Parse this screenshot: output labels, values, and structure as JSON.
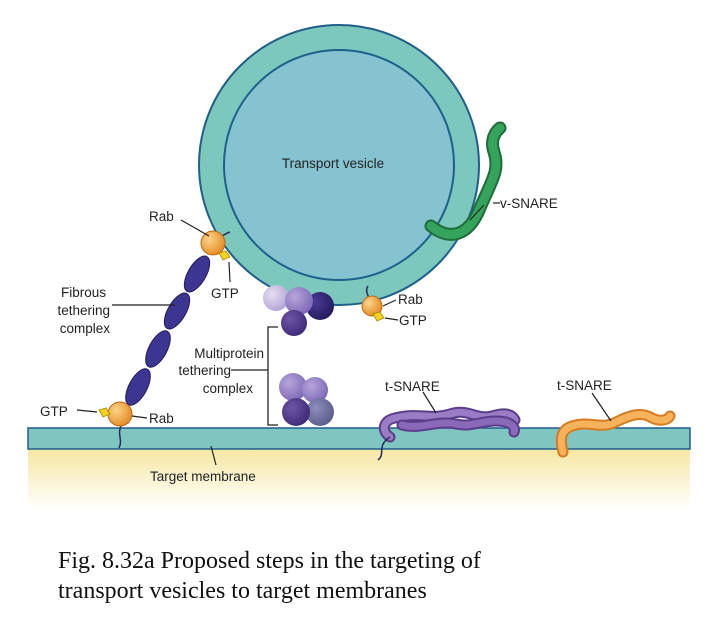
{
  "labels": {
    "transport_vesicle": "Transport vesicle",
    "v_snare": "v-SNARE",
    "rab_top_left": "Rab",
    "gtp_top_left": "GTP",
    "fibrous_line1": "Fibrous",
    "fibrous_line2": "tethering",
    "fibrous_line3": "complex",
    "rab_right": "Rab",
    "gtp_right": "GTP",
    "multi_line1": "Multiprotein",
    "multi_line2": "tethering",
    "multi_line3": "complex",
    "t_snare_1": "t-SNARE",
    "t_snare_2": "t-SNARE",
    "gtp_bottom": "GTP",
    "rab_bottom": "Rab",
    "target_membrane": "Target membrane"
  },
  "caption": {
    "line1": "Fig. 8.32a Proposed steps in the targeting of",
    "line2": "transport vesicles to target membranes"
  },
  "colors": {
    "vesicle_outer": "#7cc8bd",
    "vesicle_inner": "#86c3d1",
    "outline": "#1f5f8b",
    "rab": "#f0a23c",
    "gtp": "#f4d020",
    "fibrous": "#3d3592",
    "v_snare": "#2e8a4a",
    "t_snare_purple": "#7c5aa6",
    "t_snare_orange": "#f29a3a",
    "membrane": "#7fc6c0",
    "membrane_base": "#fbf3c2"
  }
}
